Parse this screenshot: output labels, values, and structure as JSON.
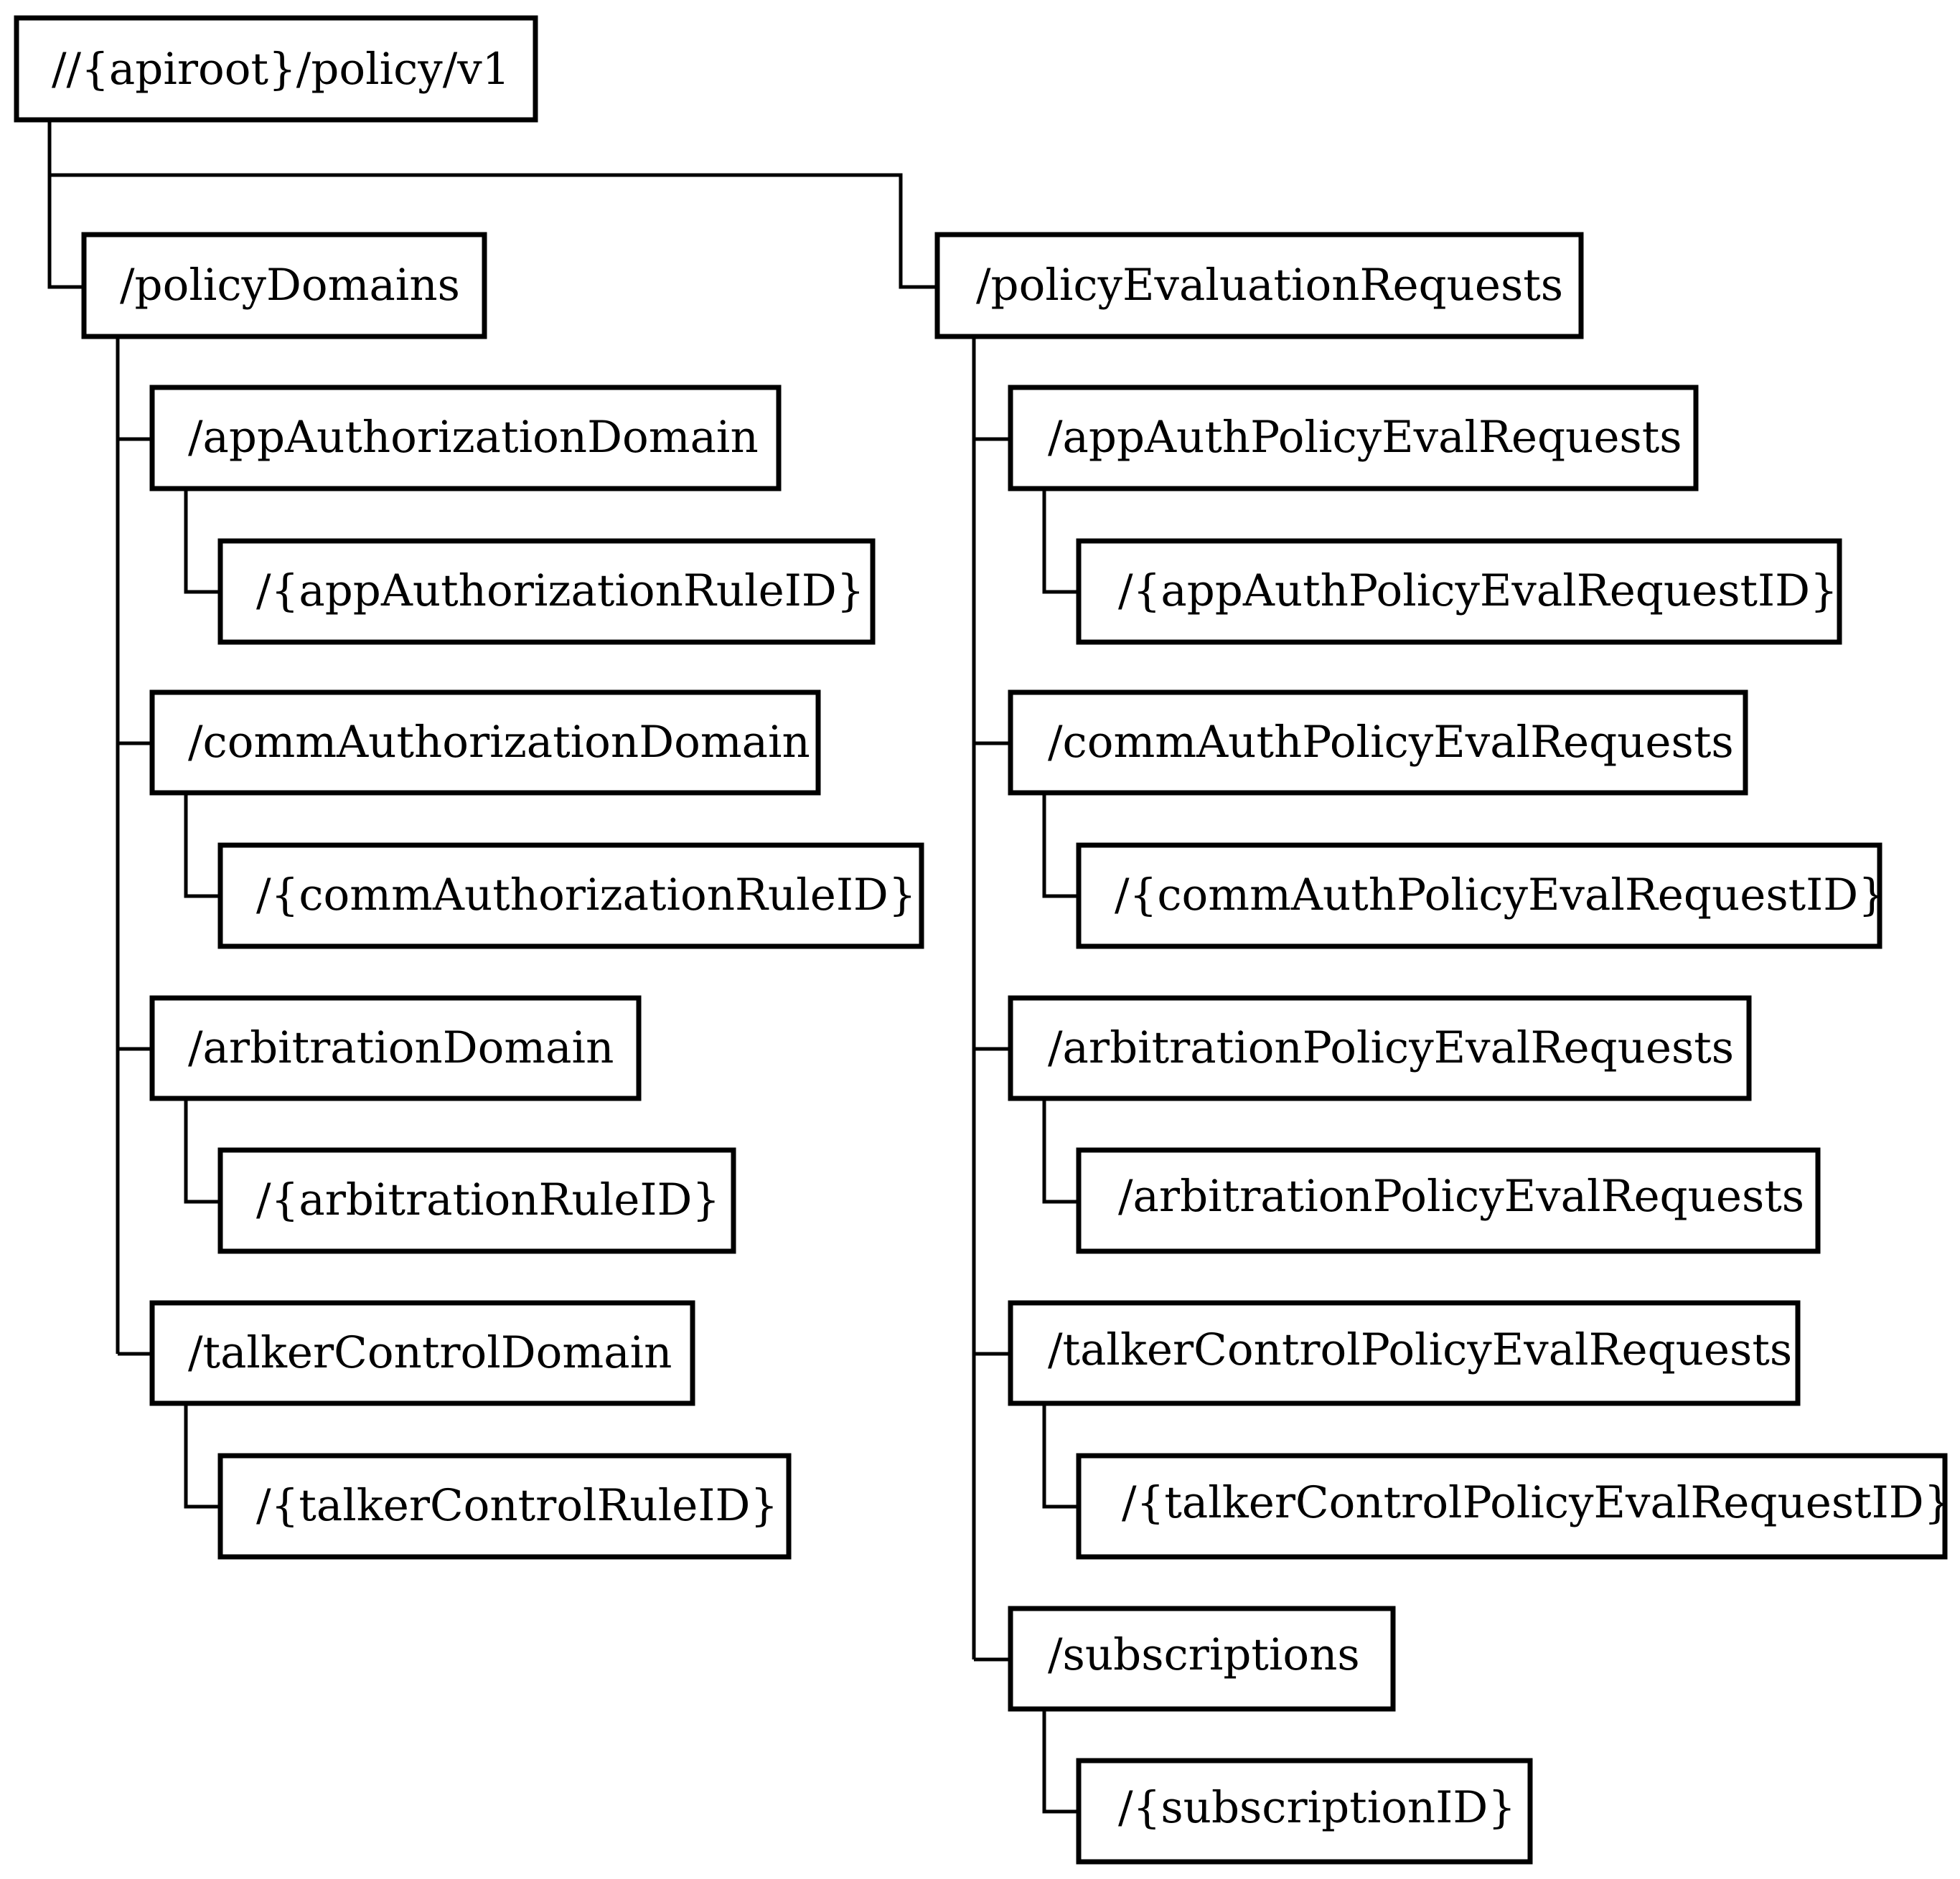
{
  "diagram": {
    "root": {
      "label": "//{apiroot}/policy/v1"
    },
    "policy_domains": {
      "label": "/policyDomains",
      "children": [
        {
          "label": "/appAuthorizationDomain",
          "child": "/{appAuthorizationRuleID}"
        },
        {
          "label": "/commAuthorizationDomain",
          "child": "/{commAuthorizationRuleID}"
        },
        {
          "label": "/arbitrationDomain",
          "child": "/{arbitrationRuleID}"
        },
        {
          "label": "/talkerControlDomain",
          "child": "/{talkerControlRuleID}"
        }
      ]
    },
    "policy_evaluation_requests": {
      "label": "/policyEvaluationRequests",
      "children": [
        {
          "label": "/appAuthPolicyEvalRequests",
          "child": "/{appAuthPolicyEvalRequestID}"
        },
        {
          "label": "/commAuthPolicyEvalRequests",
          "child": "/{commAuthPolicyEvalRequestID}"
        },
        {
          "label": "/arbitrationPolicyEvalRequests",
          "child": "/arbitrationPolicyEvalRequests"
        },
        {
          "label": "/talkerControlPolicyEvalRequests",
          "child": "/{talkerControlPolicyEvalRequestID}"
        },
        {
          "label": "/subscriptions",
          "child": "/{subscriptionID}"
        }
      ]
    }
  },
  "colors": {
    "line": "#000000",
    "box_fill": "#ffffff",
    "text": "#000000"
  }
}
